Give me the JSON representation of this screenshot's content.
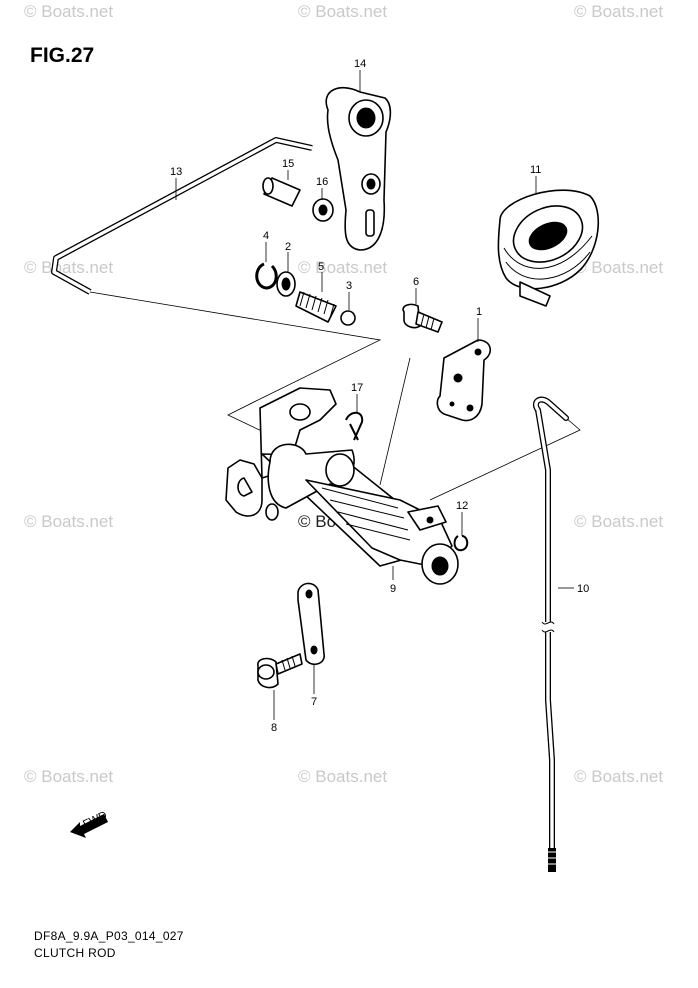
{
  "figure": {
    "title": "FIG.27",
    "diagram_code": "DF8A_9.9A_P03_014_027",
    "diagram_name": "CLUTCH ROD"
  },
  "watermark": {
    "text": "© Boats.net"
  },
  "direction_arrow": {
    "label": "FWD"
  },
  "callouts": [
    {
      "id": "part-1",
      "label": "1"
    },
    {
      "id": "part-2",
      "label": "2"
    },
    {
      "id": "part-3",
      "label": "3"
    },
    {
      "id": "part-4",
      "label": "4"
    },
    {
      "id": "part-5",
      "label": "5"
    },
    {
      "id": "part-6",
      "label": "6"
    },
    {
      "id": "part-7",
      "label": "7"
    },
    {
      "id": "part-8",
      "label": "8"
    },
    {
      "id": "part-9",
      "label": "9"
    },
    {
      "id": "part-10",
      "label": "10"
    },
    {
      "id": "part-11",
      "label": "11"
    },
    {
      "id": "part-12",
      "label": "12"
    },
    {
      "id": "part-13",
      "label": "13"
    },
    {
      "id": "part-14",
      "label": "14"
    },
    {
      "id": "part-15",
      "label": "15"
    },
    {
      "id": "part-16",
      "label": "16"
    },
    {
      "id": "part-17",
      "label": "17"
    }
  ]
}
